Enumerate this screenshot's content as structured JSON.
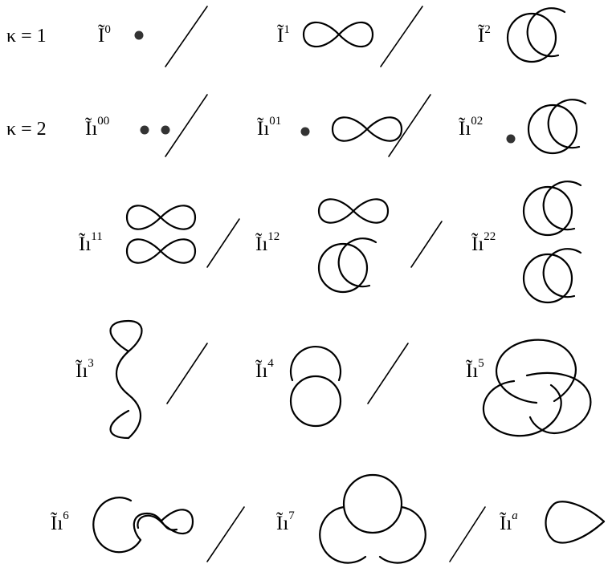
{
  "rows": {
    "row1": {
      "kappa": "κ = 1"
    },
    "row2": {
      "kappa": "κ = 2"
    }
  },
  "labels": [
    {
      "id": "I0",
      "base": "Ĩ",
      "sup": "0"
    },
    {
      "id": "I1",
      "base": "Ĩ",
      "sup": "1"
    },
    {
      "id": "I2",
      "base": "Ĩ",
      "sup": "2"
    },
    {
      "id": "II00",
      "base": "Ĩı",
      "sup": "00"
    },
    {
      "id": "II01",
      "base": "Ĩı",
      "sup": "01"
    },
    {
      "id": "II02",
      "base": "Ĩı",
      "sup": "02"
    },
    {
      "id": "II11",
      "base": "Ĩı",
      "sup": "11"
    },
    {
      "id": "II12",
      "base": "Ĩı",
      "sup": "12"
    },
    {
      "id": "II22",
      "base": "Ĩı",
      "sup": "22"
    },
    {
      "id": "II3",
      "base": "Ĩı",
      "sup": "3"
    },
    {
      "id": "II4",
      "base": "Ĩı",
      "sup": "4"
    },
    {
      "id": "II5",
      "base": "Ĩı",
      "sup": "5"
    },
    {
      "id": "II6",
      "base": "Ĩı",
      "sup": "6"
    },
    {
      "id": "II7",
      "base": "Ĩı",
      "sup": "7"
    },
    {
      "id": "IIa",
      "base": "Ĩı",
      "sup": "a"
    }
  ]
}
